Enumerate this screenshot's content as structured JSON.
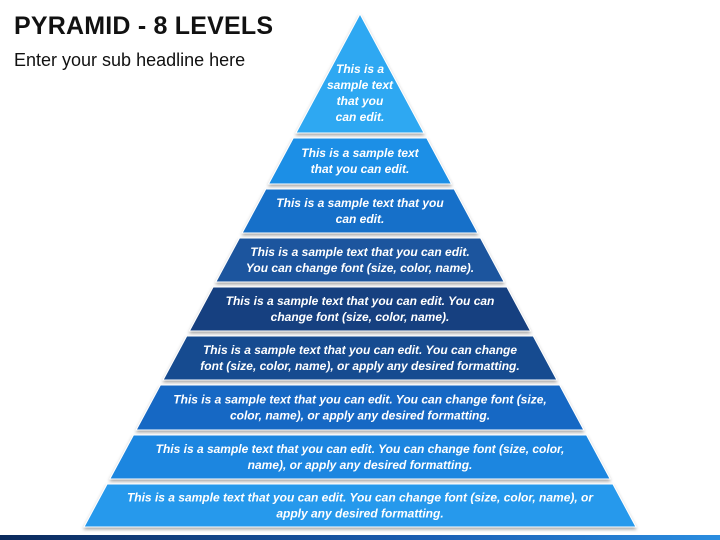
{
  "header": {
    "title": "PYRAMID - 8 LEVELS",
    "subtitle": "Enter your sub headline here"
  },
  "colors": {
    "level_fills": [
      "#2ea8f2",
      "#1c8fe6",
      "#1470c9",
      "#1a549e",
      "#163f80",
      "#164c90",
      "#1468c4",
      "#1b86e0",
      "#2799ec"
    ],
    "bottom_bar": "#1a5fb4"
  },
  "pyramid": {
    "levels": [
      {
        "lines": [
          "This is a",
          "sample text",
          "that you",
          "can edit."
        ]
      },
      {
        "lines": [
          "This is a sample text",
          "that you can edit."
        ]
      },
      {
        "lines": [
          "This is a sample text that you",
          "can edit."
        ]
      },
      {
        "lines": [
          "This is a sample text that you can edit.",
          "You can change font (size, color, name)."
        ]
      },
      {
        "lines": [
          "This is a sample text that you can edit. You can",
          "change font (size, color, name)."
        ]
      },
      {
        "lines": [
          "This is a sample text that you can edit. You can change",
          "font (size, color, name), or apply any desired formatting."
        ]
      },
      {
        "lines": [
          "This is a sample text that you can edit. You can change font (size,",
          "color, name), or apply any desired formatting."
        ]
      },
      {
        "lines": [
          "This is a sample text that you can edit. You can change font (size, color,",
          "name), or apply any desired formatting."
        ]
      },
      {
        "lines": [
          "This is a sample text that you can edit. You can change font (size, color, name), or",
          "apply any desired formatting."
        ]
      }
    ]
  }
}
